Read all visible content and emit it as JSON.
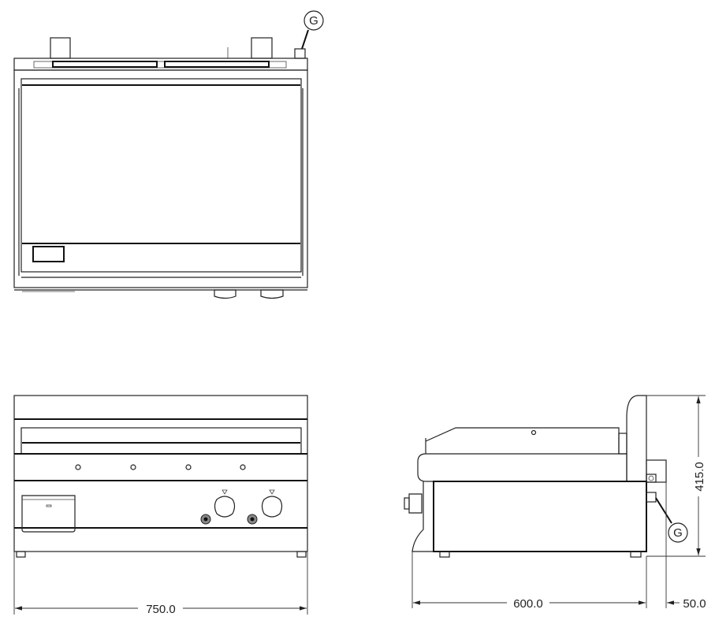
{
  "drawing": {
    "callout_label": "G",
    "dimensions": {
      "width": "750.0",
      "depth": "600.0",
      "connection_offset": "50.0",
      "height": "415.0"
    }
  }
}
